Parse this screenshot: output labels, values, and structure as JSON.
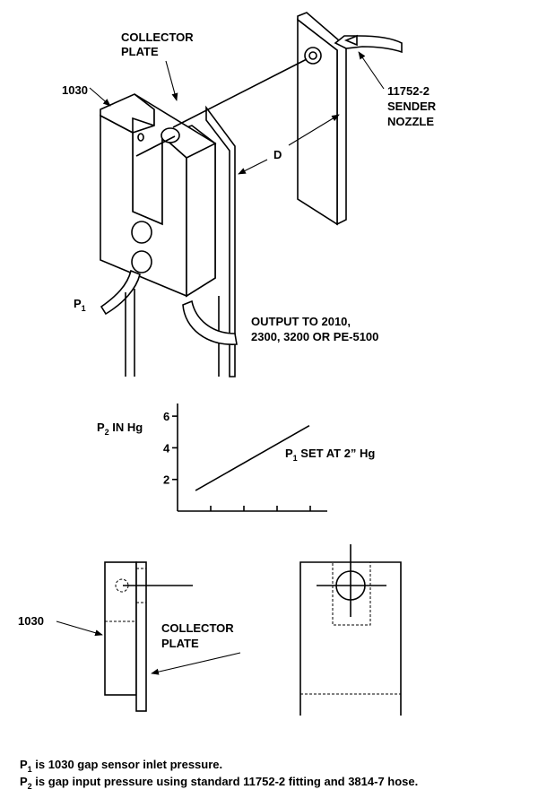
{
  "labels": {
    "collector_plate_top": [
      "COLLECTOR",
      "PLATE"
    ],
    "part_1030_top": "1030",
    "sender_nozzle": [
      "11752-2",
      "SENDER",
      "NOZZLE"
    ],
    "distance_d": "D",
    "p1_main": "P",
    "p1_main_sub": "1",
    "output_to": [
      "OUTPUT TO 2010,",
      "2300, 3200 OR PE-5100"
    ],
    "part_1030_bottom": "1030",
    "collector_plate_bottom": [
      "COLLECTOR",
      "PLATE"
    ]
  },
  "chart": {
    "ylabel_prefix": "P",
    "ylabel_sub": "2",
    "ylabel_suffix": " IN Hg",
    "line_label_prefix": "P",
    "line_label_sub": "1",
    "line_label_suffix": " SET AT 2” Hg"
  },
  "chart_data": {
    "type": "line",
    "ylabel": "P2 IN Hg",
    "yticks": [
      2,
      4,
      6
    ],
    "ylim": [
      0,
      6.8
    ],
    "xticks_count": 4,
    "series": [
      {
        "name": "P1 SET AT 2” Hg",
        "x": [
          0.6,
          4.4
        ],
        "y": [
          1.3,
          5.4
        ]
      }
    ]
  },
  "footnotes": [
    {
      "prefix": "P",
      "sub": "1",
      "text": " is 1030 gap sensor inlet pressure."
    },
    {
      "prefix": "P",
      "sub": "2",
      "text": " is gap input pressure using standard 11752-2 fitting and 3814-7 hose."
    }
  ]
}
